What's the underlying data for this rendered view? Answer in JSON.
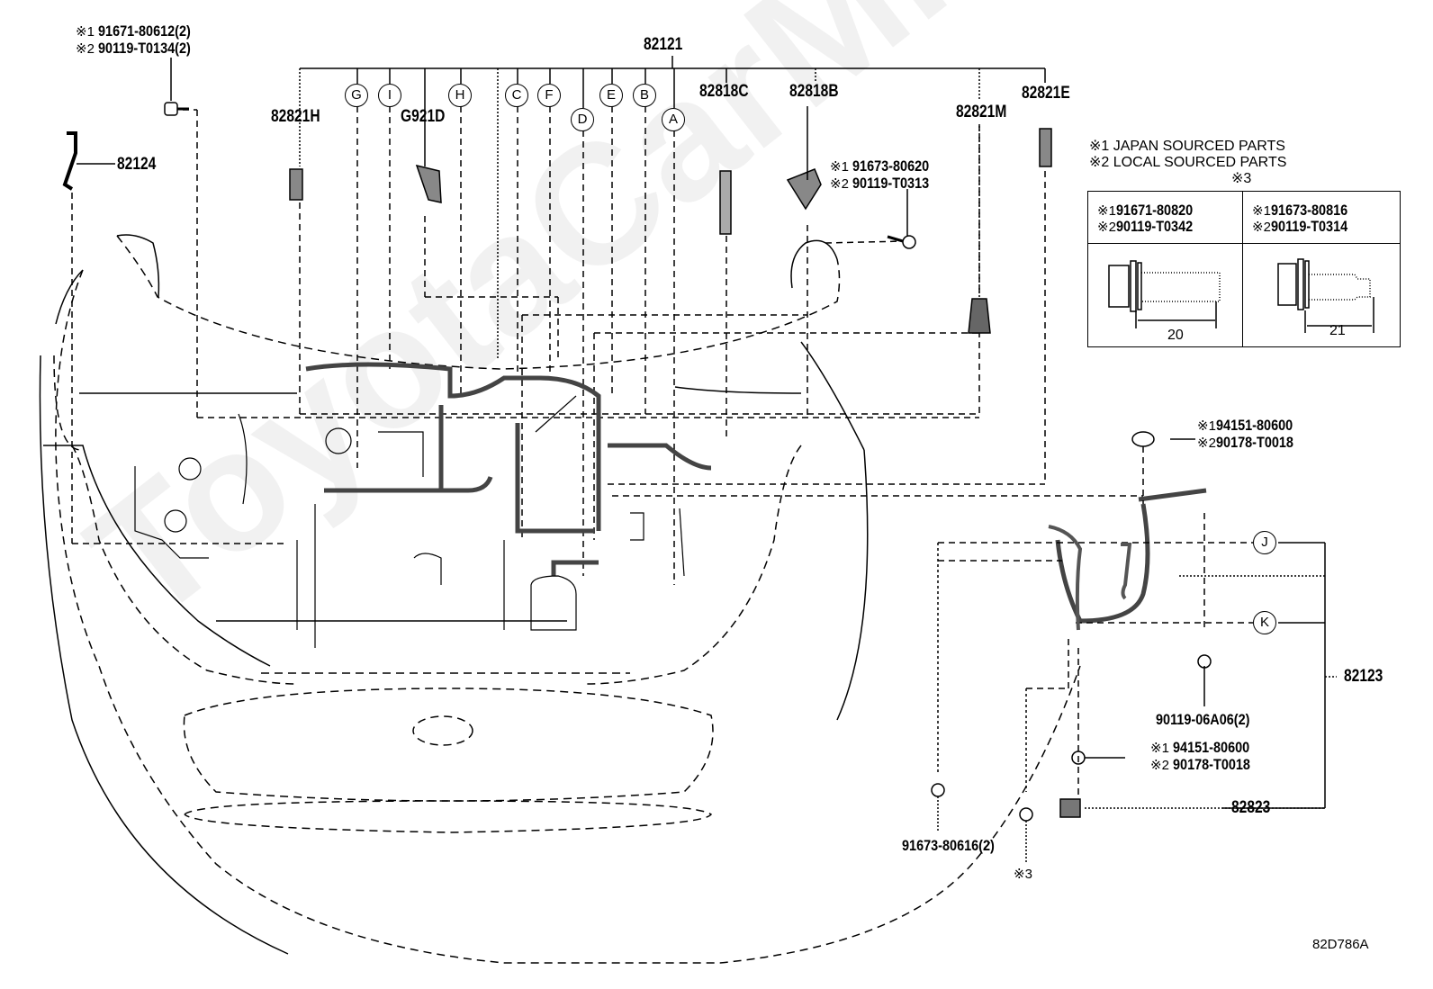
{
  "diagram": {
    "title_part": "82121",
    "figure_code": "82D786A",
    "watermark": "ToyotaCarMine.ru",
    "legend": {
      "note1": "※1 JAPAN SOURCED PARTS",
      "note2": "※2 LOCAL SOURCED PARTS",
      "note3_marker": "※3"
    },
    "bolt_table": {
      "columns": [
        {
          "line1_prefix": "※1",
          "line1": "91671-80820",
          "line2_prefix": "※2",
          "line2": "90119-T0342",
          "dimension": "20"
        },
        {
          "line1_prefix": "※1",
          "line1": "91673-80816",
          "line2_prefix": "※2",
          "line2": "90119-T0314",
          "dimension": "21"
        }
      ]
    },
    "connector_letters": [
      "G",
      "I",
      "H",
      "C",
      "F",
      "D",
      "E",
      "B",
      "A",
      "J",
      "K"
    ],
    "part_labels": {
      "p82121": "82121",
      "p82821H": "82821H",
      "pG921D": "G921D",
      "p82818C": "82818C",
      "p82818B": "82818B",
      "p82821M": "82821M",
      "p82821E": "82821E",
      "p82124": "82124",
      "p82123": "82123",
      "p82823": "82823"
    },
    "fasteners": {
      "top_left_bolt": {
        "l1_prefix": "※1",
        "l1": "91671-80612(2)",
        "l2_prefix": "※2",
        "l2": "90119-T0134(2)"
      },
      "clip_82818B_bolt": {
        "l1_prefix": "※1",
        "l1": "91673-80620",
        "l2_prefix": "※2",
        "l2": "90119-T0313"
      },
      "nut_upper": {
        "l1_prefix": "※1",
        "l1": "94151-80600",
        "l2_prefix": "※2",
        "l2": "90178-T0018"
      },
      "nut_lower": {
        "l1_prefix": "※1",
        "l1": "94151-80600",
        "l2_prefix": "※2",
        "l2": "90178-T0018"
      },
      "bolt_90119": "90119-06A06(2)",
      "bolt_91673": "91673-80616(2)",
      "bolt_note3": "※3"
    }
  }
}
